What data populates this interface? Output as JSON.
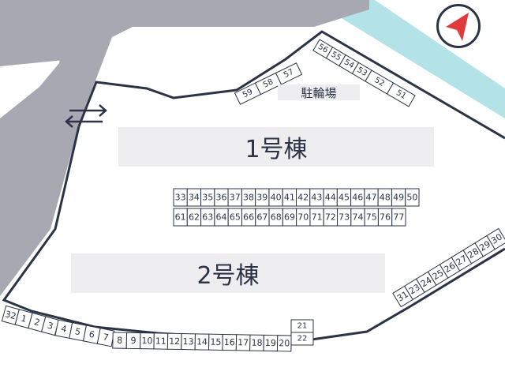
{
  "map": {
    "buildings": {
      "building1": "1号棟",
      "building2": "2号棟"
    },
    "bicycle_parking": "駐輪場",
    "colors": {
      "road": "#a7a8b2",
      "river": "#b3e3e6",
      "boundary": "#2b3345",
      "building_fill": "#eeeef0",
      "compass_arrow": "#e03a3e"
    },
    "icons": [
      "compass-north-arrow-icon",
      "two-way-traffic-arrows-icon"
    ],
    "parking_slots": {
      "top_left_row": [
        "59",
        "58",
        "57"
      ],
      "top_right_row": [
        "56",
        "55",
        "54",
        "53",
        "52",
        "51"
      ],
      "center_row_upper": [
        "33",
        "34",
        "35",
        "36",
        "37",
        "38",
        "39",
        "40",
        "41",
        "42",
        "43",
        "44",
        "45",
        "46",
        "47",
        "48",
        "49",
        "50"
      ],
      "center_row_lower": [
        "61",
        "62",
        "63",
        "64",
        "65",
        "66",
        "67",
        "68",
        "69",
        "70",
        "71",
        "72",
        "73",
        "74",
        "75",
        "76",
        "77"
      ],
      "bottom_row": [
        "32",
        "1",
        "2",
        "3",
        "4",
        "5",
        "6",
        "7",
        "8",
        "9",
        "10",
        "11",
        "12",
        "13",
        "14",
        "15",
        "16",
        "17",
        "18",
        "19",
        "20"
      ],
      "bottom_right_stack": [
        "21",
        "22"
      ],
      "right_row": [
        "31",
        "23",
        "24",
        "25",
        "26",
        "27",
        "28",
        "29",
        "30"
      ]
    }
  }
}
